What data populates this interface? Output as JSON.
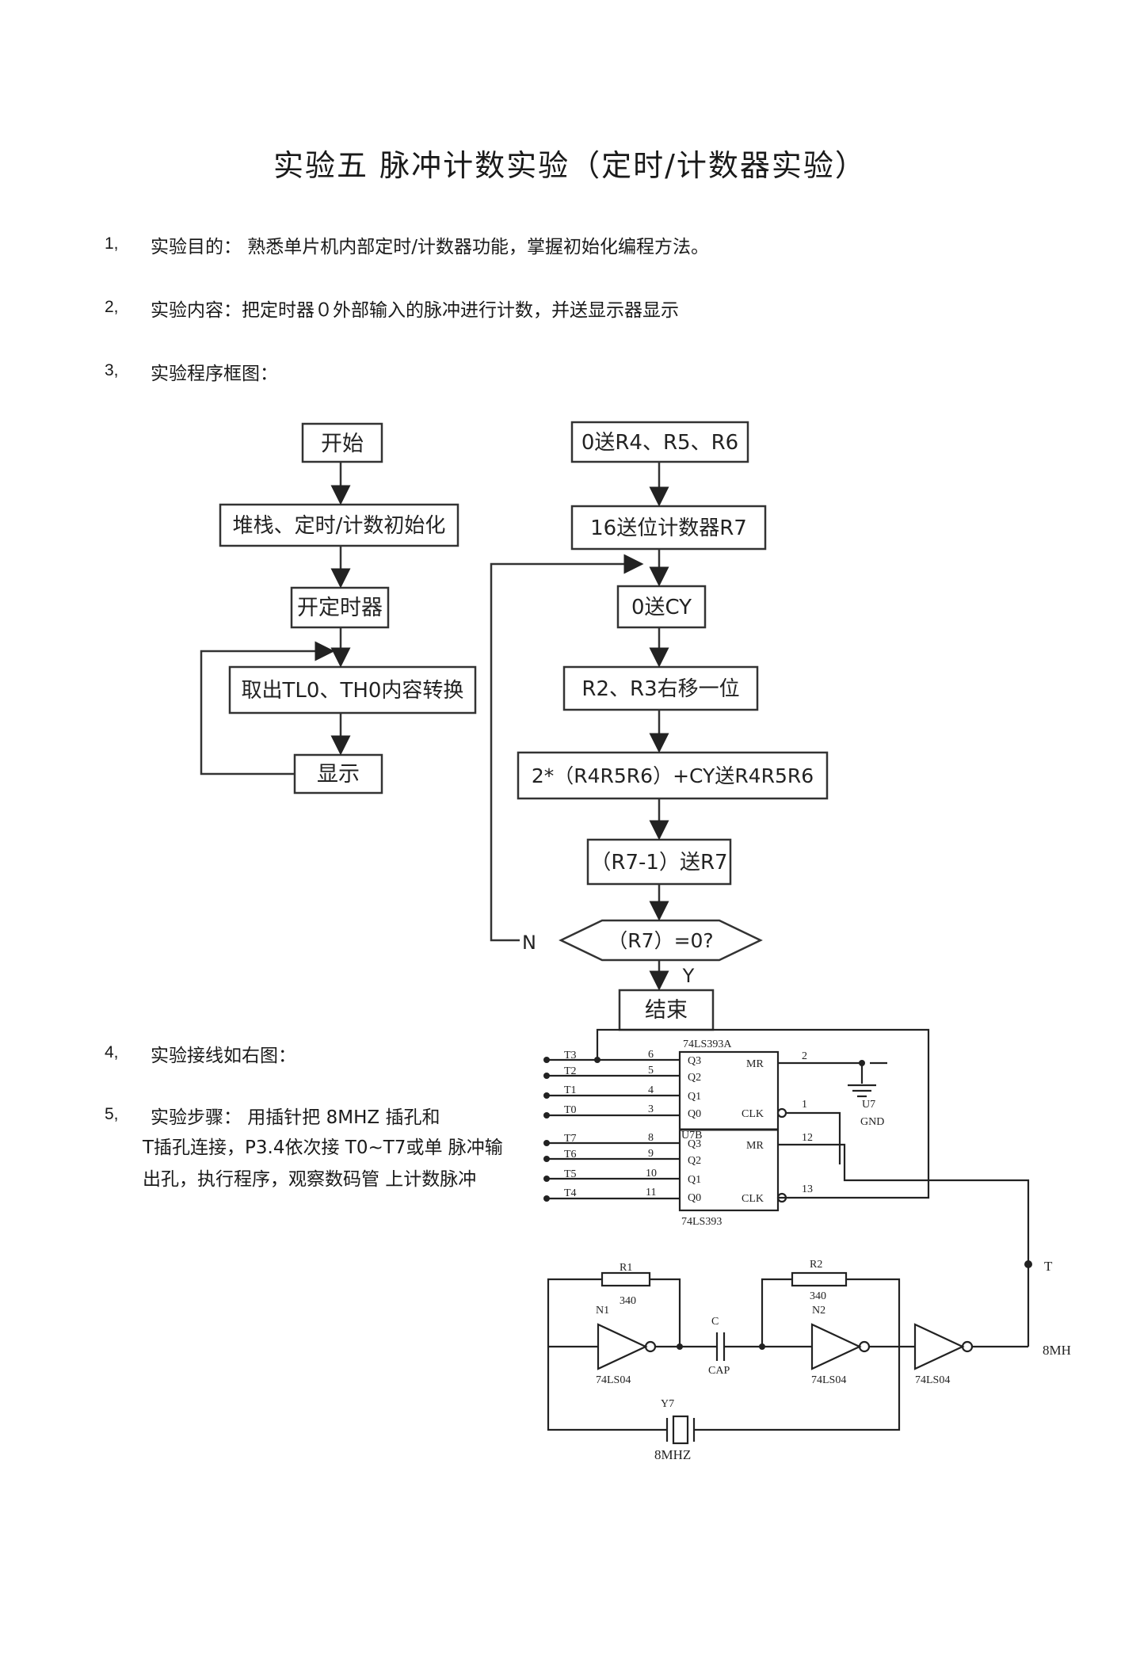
{
  "title": "实验五  脉冲计数实验（定时/计数器实验）",
  "items": [
    {
      "num": "1,",
      "text": "实验目的：  熟悉单片机内部定时/计数器功能，掌握初始化编程方法。"
    },
    {
      "num": "2,",
      "text": "实验内容：把定时器０外部输入的脉冲进行计数，并送显示器显示"
    },
    {
      "num": "3,",
      "text": "实验程序框图："
    },
    {
      "num": "4,",
      "text": "实验接线如右图："
    },
    {
      "num": "5,",
      "text": "实验步骤：   用插针把 8MHZ 插孔和"
    }
  ],
  "step5_lines": [
    "T插孔连接，P3.4依次接 T0~T7或单 脉冲输",
    "出孔，执行程序，观察数码管 上计数脉冲"
  ],
  "flowchart_left": {
    "start": "开始",
    "init": "堆栈、定时/计数初始化",
    "open_timer": "开定时器",
    "read": "取出TL0、TH0内容转换",
    "display": "显示"
  },
  "flowchart_right": {
    "zero": "0送R4、R5、R6",
    "count16": "16送位计数器R7",
    "zero_cy": "0送CY",
    "shift": "R2、R3右移一位",
    "double": "2*（R4R5R6）+CY送R4R5R6",
    "dec": "（R7-1）送R7",
    "cond": "（R7）=0?",
    "no": "N",
    "yes": "Y",
    "end": "结束"
  },
  "circuit": {
    "chip_a": "74LS393A",
    "chip_b_top": "U7B",
    "chip_b": "74LS393",
    "pins_a": [
      "T3",
      "T2",
      "T1",
      "T0"
    ],
    "pins_b": [
      "T7",
      "T6",
      "T5",
      "T4"
    ],
    "pin_nums_a": [
      "6",
      "5",
      "4",
      "3"
    ],
    "pin_nums_b": [
      "8",
      "9",
      "10",
      "11"
    ],
    "q_a": [
      "Q3",
      "Q2",
      "Q1",
      "Q0"
    ],
    "q_b": [
      "Q3",
      "Q2",
      "Q1",
      "Q0"
    ],
    "mr": "MR",
    "clk": "CLK",
    "mr_a_pin": "2",
    "clk_a_pin": "1",
    "mr_b_pin": "12",
    "clk_b_pin": "13",
    "gnd_ref": "U7",
    "gnd": "GND",
    "t_label": "T",
    "r1": "R1",
    "r1_val": "340",
    "r2": "R2",
    "r2_val": "340",
    "n1": "N1",
    "n2": "N2",
    "inv_part": "74LS04",
    "cap": "C",
    "cap_val": "CAP",
    "crystal": "Y7",
    "crystal_val": "8MHZ",
    "out_label": "8MH"
  }
}
